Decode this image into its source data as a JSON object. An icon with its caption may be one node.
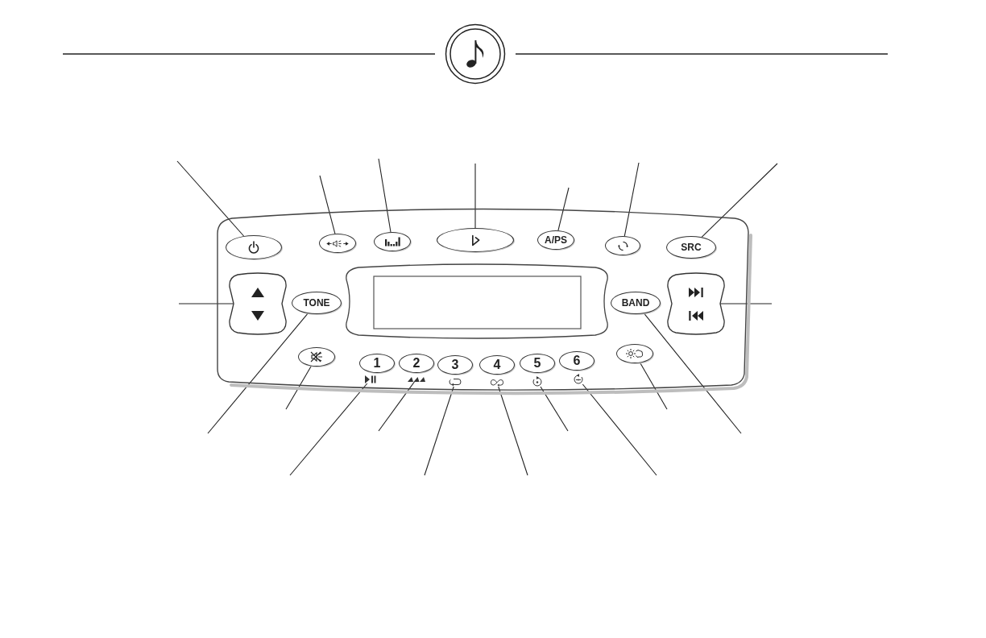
{
  "diagram": {
    "nodes": [
      {
        "text": [],
        "shape": "box"
      },
      {
        "text": [],
        "shape": "ellipse",
        "in": 0
      },
      {
        "text": [],
        "shape": "ellipse",
        "in": 0
      },
      {
        "text": [],
        "shape": "ellipse",
        "in": 0
      },
      {
        "text": [],
        "shape": "ellipse",
        "in": 0
      },
      {
        "text": [
          "A/PS"
        ],
        "in": 0
      },
      {
        "text": [],
        "shape": "ellipse",
        "in": 0
      },
      {
        "text": [
          "SRC"
        ],
        "in": 0
      },
      {
        "text": [],
        "shape": "rocker",
        "in": 0
      },
      {
        "text": [
          "TONE"
        ],
        "in": 0
      },
      {
        "text": [
          "BAND"
        ],
        "in": 0
      },
      {
        "text": [],
        "shape": "rocker",
        "in": 0
      },
      {
        "text": [],
        "shape": "ellipse",
        "in": 0
      },
      {
        "text": [
          "1"
        ],
        "in": 0
      },
      {
        "text": [
          "2"
        ],
        "in": 0
      },
      {
        "text": [
          "3"
        ],
        "in": 0
      },
      {
        "text": [
          "4"
        ],
        "in": 0
      },
      {
        "text": [
          "5"
        ],
        "in": 0
      },
      {
        "text": [
          "6"
        ],
        "in": 0
      },
      {
        "text": [],
        "shape": "ellipse",
        "in": 0
      },
      {
        "text": [],
        "shape": "picture",
        "in": 0
      },
      {
        "text": [],
        "shape": "picture",
        "in": 0
      },
      {
        "text": [],
        "shape": "picture",
        "in": 0
      },
      {
        "text": [],
        "shape": "picture",
        "in": 0
      },
      {
        "text": [],
        "shape": "picture",
        "in": 0
      },
      {
        "text": [],
        "shape": "picture",
        "in": 0
      }
    ],
    "edges": [
      {
        "from": null,
        "to": 1,
        "arrow": "none"
      },
      {
        "from": null,
        "to": 2,
        "arrow": "none"
      },
      {
        "from": null,
        "to": 3,
        "arrow": "none"
      },
      {
        "from": null,
        "to": 4,
        "arrow": "none"
      },
      {
        "from": null,
        "to": 5,
        "arrow": "none"
      },
      {
        "from": null,
        "to": 6,
        "arrow": "none"
      },
      {
        "from": null,
        "to": 7,
        "arrow": "none"
      },
      {
        "from": null,
        "to": 8,
        "arrow": "none"
      },
      {
        "from": null,
        "to": 11,
        "arrow": "none"
      },
      {
        "from": null,
        "to": 9,
        "arrow": "none"
      },
      {
        "from": null,
        "to": 12,
        "arrow": "none"
      },
      {
        "from": null,
        "to": 20,
        "arrow": "none"
      },
      {
        "from": null,
        "to": 21,
        "arrow": "none"
      },
      {
        "from": null,
        "to": 22,
        "arrow": "none"
      },
      {
        "from": null,
        "to": 23,
        "arrow": "none"
      },
      {
        "from": null,
        "to": 24,
        "arrow": "none"
      },
      {
        "from": null,
        "to": 25,
        "arrow": "none"
      },
      {
        "from": null,
        "to": 19,
        "arrow": "none"
      },
      {
        "from": null,
        "to": 10,
        "arrow": "none"
      }
    ]
  }
}
